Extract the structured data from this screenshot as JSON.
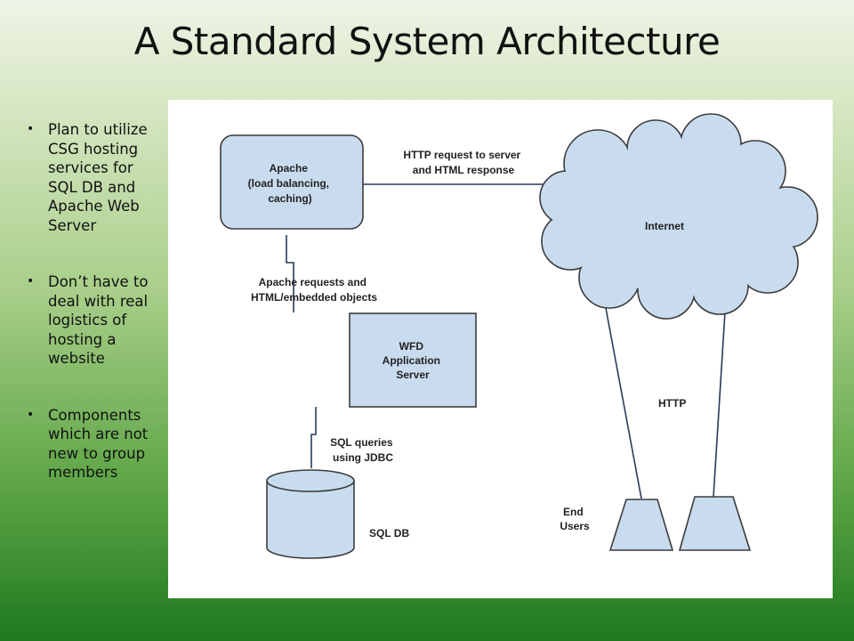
{
  "slide": {
    "title": "A Standard System Architecture",
    "bullets": [
      "Plan to utilize CSG hosting services for SQL DB and Apache Web Server",
      "Don’t have to deal with real logistics of hosting a website",
      "Components which are not new to group members"
    ]
  },
  "diagram": {
    "apache": {
      "lines": [
        "Apache",
        "(load balancing,",
        "caching)"
      ]
    },
    "wfd": {
      "lines": [
        "WFD",
        "Application",
        "Server"
      ]
    },
    "sqldb": {
      "label": "SQL DB"
    },
    "internet": {
      "label": "Internet"
    },
    "end_users": {
      "lines": [
        "End",
        "Users"
      ]
    },
    "edges": {
      "http_request": [
        "HTTP request to server",
        "and HTML response"
      ],
      "apache_requests": [
        "Apache requests and",
        "HTML/embedded objects"
      ],
      "sql_queries": [
        "SQL queries",
        "using JDBC"
      ],
      "http": "HTTP"
    },
    "colors": {
      "node_fill": "#c9dcef",
      "node_stroke": "#3c3c3c",
      "line": "#2a3a5a"
    }
  }
}
